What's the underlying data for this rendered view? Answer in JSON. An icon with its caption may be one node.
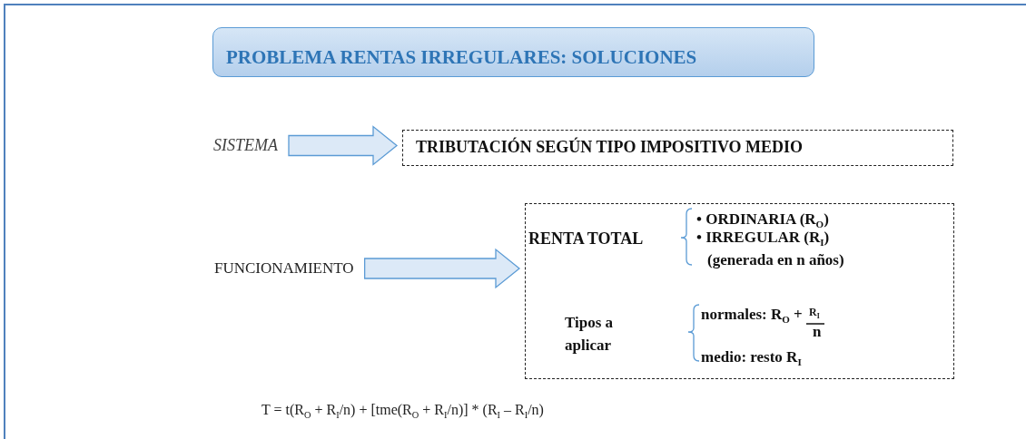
{
  "diagram": {
    "nodes": [
      {
        "text": [
          "PROBLEMA RENTAS IRREGULARES: SOLUCIONES"
        ]
      },
      {
        "text": [
          "SISTEMA"
        ]
      },
      {
        "text": [
          "TRIBUTACIÓN SEGÚN TIPO IMPOSITIVO MEDIO"
        ]
      },
      {
        "text": [
          "FUNCIONAMIENTO"
        ]
      },
      {
        "text": [
          "RENTA TOTAL",
          "• ORDINARIA (R$_{O}$)",
          "• IRREGULAR (R$_{I}$) (generada en n años)",
          "Tipos a aplicar",
          "normales: R$_{O}$ +",
          "R$_{I}$",
          "n",
          "medio: resto R$_{I}$"
        ]
      }
    ],
    "edges": [
      {
        "from": 1,
        "to": 2,
        "arrow": "to"
      },
      {
        "from": 3,
        "to": 4,
        "arrow": "to"
      }
    ],
    "labels": [
      "T = t(R$_{O}$ + R$_{I}$/n) + [tme(R$_{O}$ + R$_{I}$/n)] * (R$_{I}$ – R$_{I}$/n)"
    ]
  }
}
